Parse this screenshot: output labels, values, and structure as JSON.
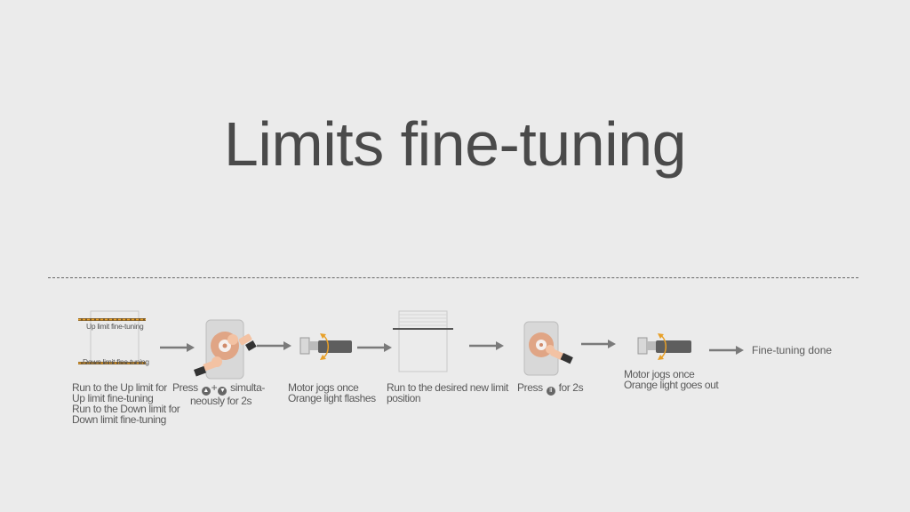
{
  "title": "Limits fine-tuning",
  "steps": [
    {
      "id": "limits",
      "diagram_labels": {
        "up": "Up limit fine-tuning",
        "down": "Down limit fine-tuning"
      },
      "caption": [
        "Run to the Up limit for",
        "Up limit fine-tuning",
        "Run to the Down limit for",
        "Down limit fine-tuning"
      ]
    },
    {
      "id": "press-up-down",
      "caption_prefix": "Press",
      "caption_plus": "+",
      "caption_suffix": "simulta-",
      "caption_line2": "neously for 2s",
      "icons": [
        "up-triangle-icon",
        "down-triangle-icon"
      ]
    },
    {
      "id": "motor-jog-flash",
      "caption": [
        "Motor jogs once",
        "Orange light flashes"
      ]
    },
    {
      "id": "run-new-position",
      "caption": [
        "Run to the desired new limit",
        "position"
      ]
    },
    {
      "id": "press-pause",
      "caption_prefix": "Press",
      "caption_suffix": "for 2s",
      "icon": "pause-icon"
    },
    {
      "id": "motor-jog-out",
      "caption": [
        "Motor jogs once",
        "Orange light goes out"
      ]
    }
  ],
  "final_label": "Fine-tuning done",
  "colors": {
    "background": "#ebebeb",
    "text": "#555555",
    "arrow": "#7a7a7a",
    "hand": "#f3c2a3",
    "dial": "#e0a585",
    "orange": "#e8a028",
    "motor": "#5e5e5e"
  }
}
